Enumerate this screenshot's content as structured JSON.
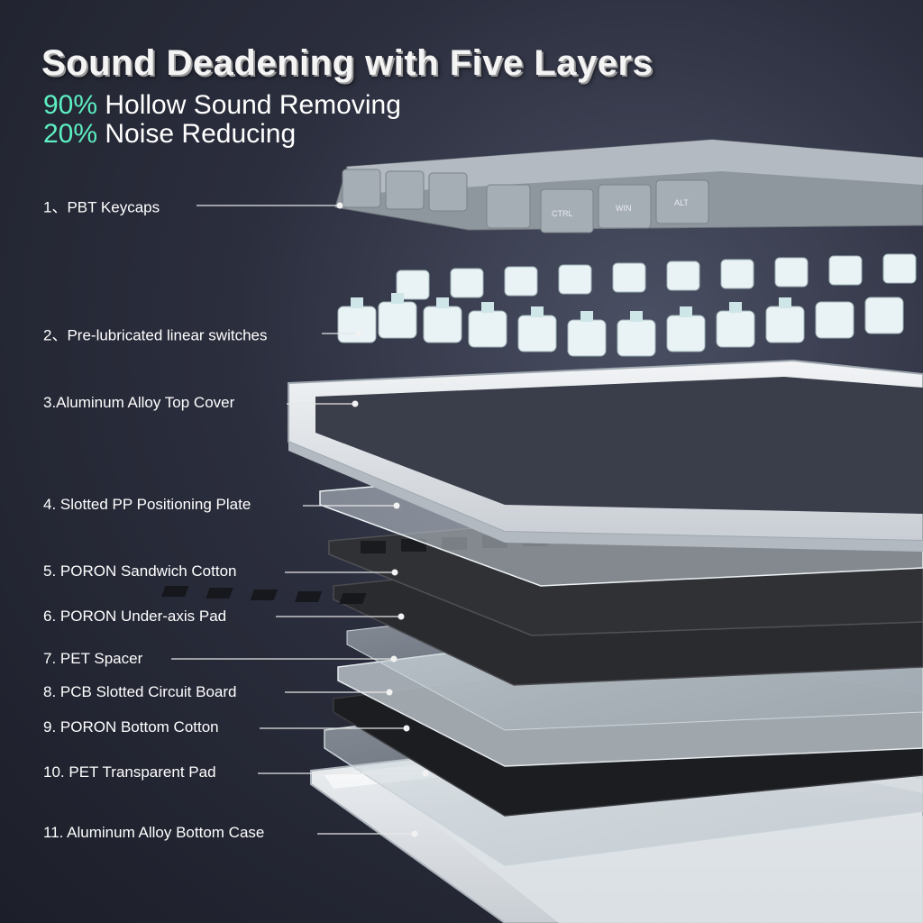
{
  "heading": {
    "title": "Sound Deadening with Five Layers",
    "stats": [
      {
        "percent": "90%",
        "text": " Hollow Sound Removing"
      },
      {
        "percent": "20%",
        "text": " Noise Reducing"
      }
    ]
  },
  "keycap_legends": [
    "CTRL",
    "WIN",
    "ALT"
  ],
  "layers": [
    {
      "label": "1、PBT Keycaps"
    },
    {
      "label": "2、Pre-lubricated linear switches"
    },
    {
      "label": "3.Aluminum Alloy Top Cover"
    },
    {
      "label": "4. Slotted PP Positioning Plate"
    },
    {
      "label": "5. PORON Sandwich Cotton"
    },
    {
      "label": "6.  PORON Under-axis Pad"
    },
    {
      "label": "7. PET Spacer"
    },
    {
      "label": "8. PCB Slotted Circuit Board"
    },
    {
      "label": "9. PORON Bottom Cotton"
    },
    {
      "label": "10. PET Transparent Pad"
    },
    {
      "label": "11. Aluminum Alloy Bottom Case"
    }
  ],
  "colors": {
    "accent": "#5cf0c2",
    "background": "#2b2e3d"
  }
}
